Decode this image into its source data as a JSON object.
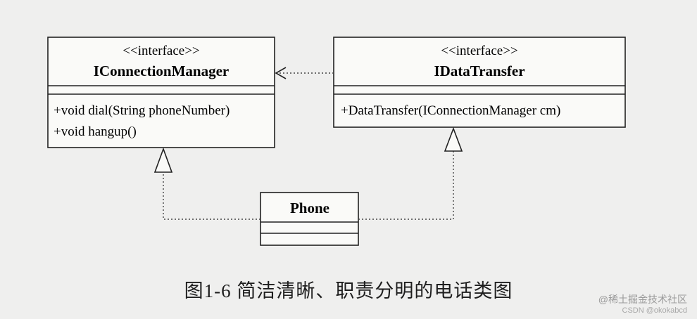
{
  "diagram": {
    "classes": {
      "connection_manager": {
        "stereotype": "<<interface>>",
        "name": "IConnectionManager",
        "members": [
          "+void dial(String phoneNumber)",
          "+void hangup()"
        ]
      },
      "data_transfer": {
        "stereotype": "<<interface>>",
        "name": "IDataTransfer",
        "members": [
          "+DataTransfer(IConnectionManager cm)"
        ]
      },
      "phone": {
        "name": "Phone"
      }
    },
    "relations": [
      {
        "from": "IDataTransfer",
        "to": "IConnectionManager",
        "kind": "dependency"
      },
      {
        "from": "Phone",
        "to": "IConnectionManager",
        "kind": "realization"
      },
      {
        "from": "Phone",
        "to": "IDataTransfer",
        "kind": "realization"
      }
    ]
  },
  "caption": "图1-6  简洁清晰、职责分明的电话类图",
  "watermark": {
    "line1": "@稀土掘金技术社区",
    "line2": "CSDN @okokabcd"
  }
}
